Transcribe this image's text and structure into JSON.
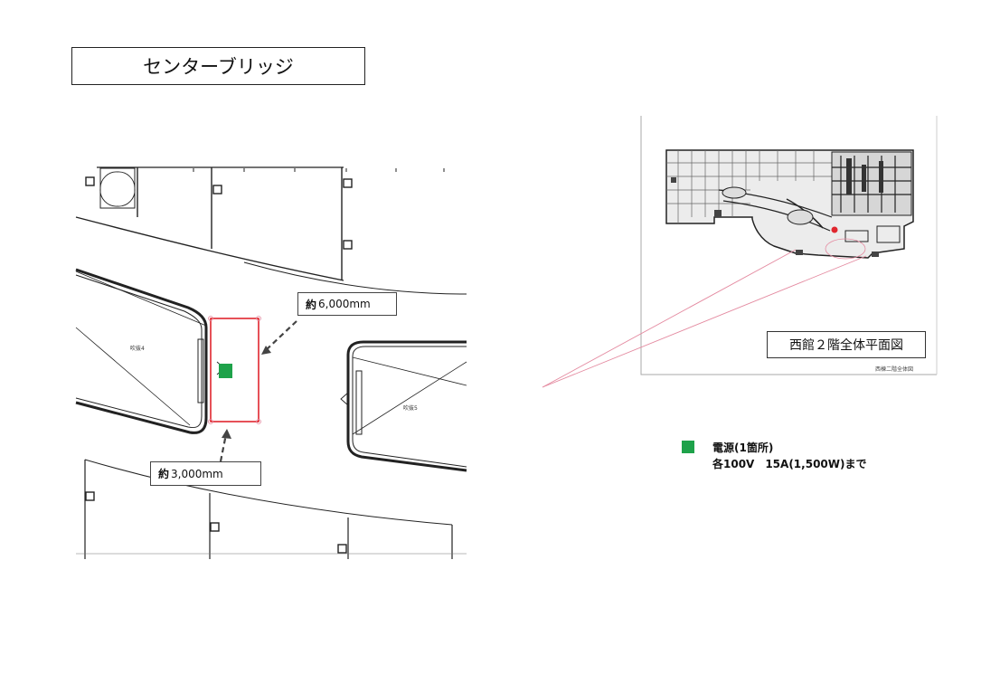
{
  "title": "センターブリッジ",
  "dimension_width": {
    "prefix": "約",
    "value": "6,000mm"
  },
  "dimension_height": {
    "prefix": "約",
    "value": "3,000mm"
  },
  "overview_label": "西館２階全体平面図",
  "overview_small_caption": "西棟二階全体図",
  "room_labels": {
    "left": "吹抜4",
    "right": "吹抜5"
  },
  "legend": {
    "line1": "電源(1箇所)",
    "line2": "各100V　15A(1,500W)まで"
  },
  "colors": {
    "highlight_box": "#e0262e",
    "power_marker": "#1ea24a",
    "view_lines": "#e48aa0"
  }
}
